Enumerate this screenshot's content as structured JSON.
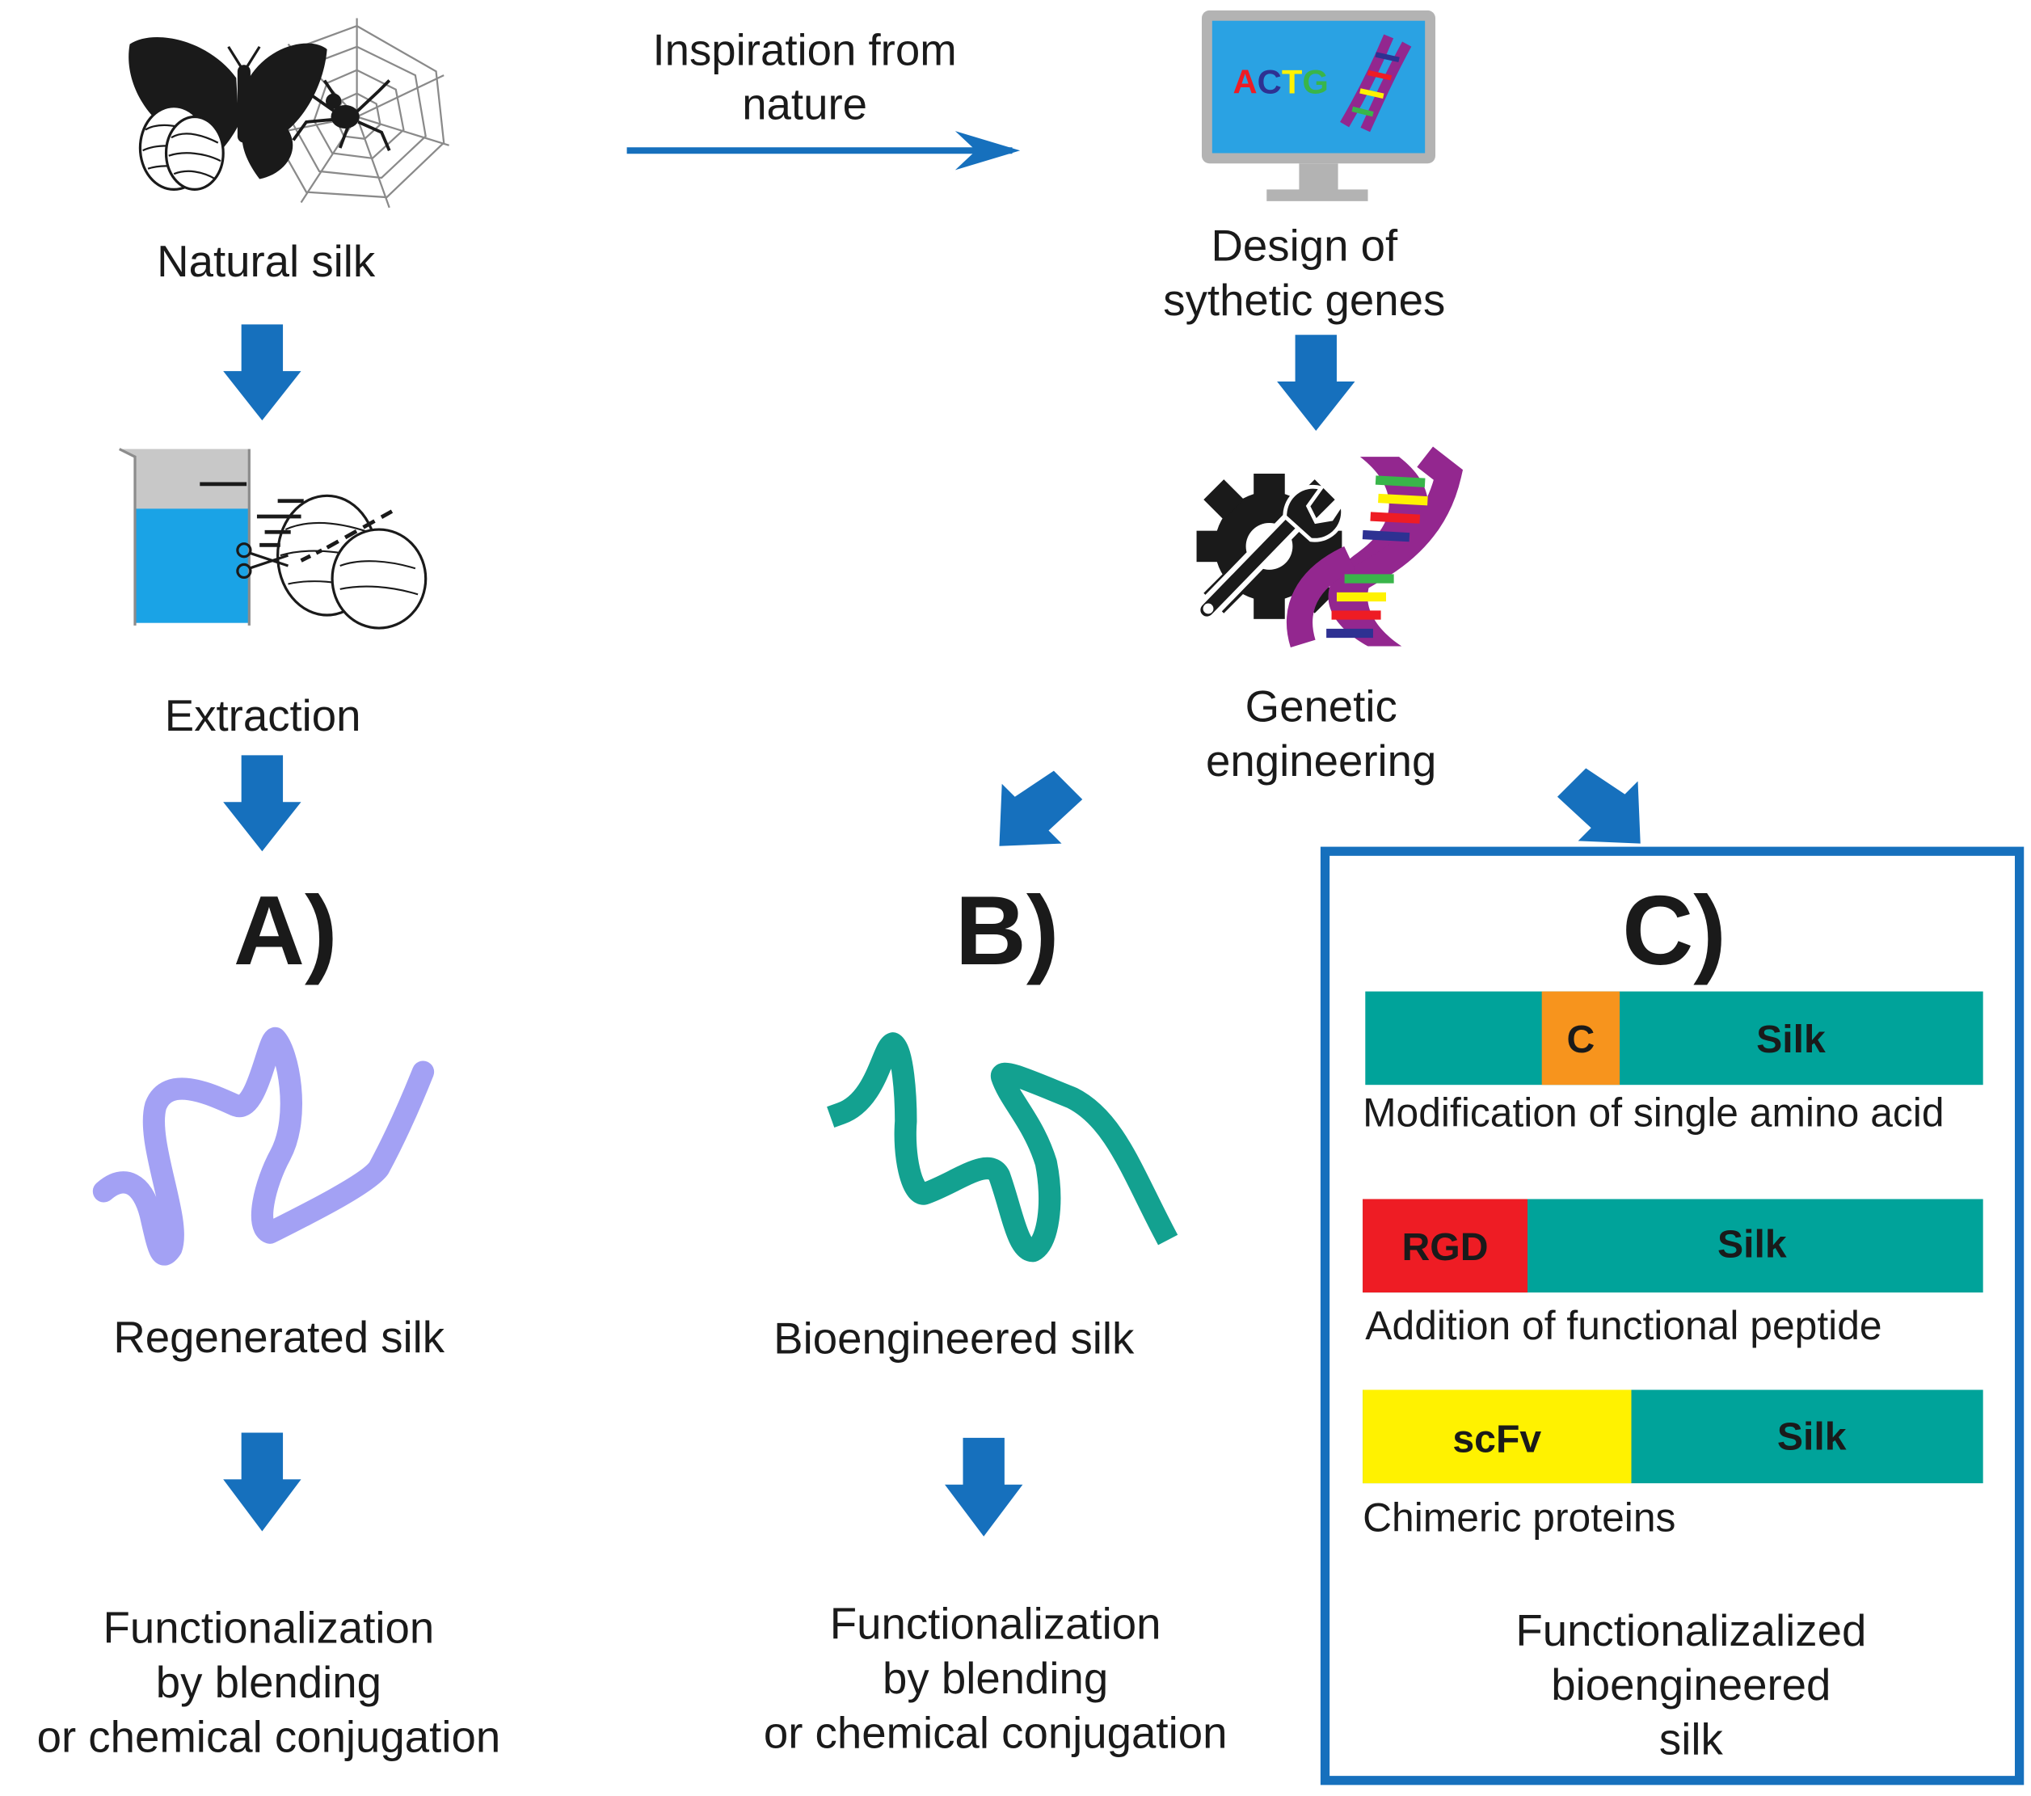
{
  "top": {
    "natural_silk": "Natural silk",
    "inspiration": [
      "Inspiration from",
      "nature"
    ],
    "design": [
      "Design of",
      "sythetic genes"
    ],
    "monitor_text": {
      "a": "A",
      "c": "C",
      "t": "T",
      "g": "G"
    },
    "extraction": "Extraction",
    "genetic": [
      "Genetic",
      "engineering"
    ]
  },
  "panels": {
    "a": {
      "letter": "A)",
      "silk_label": "Regenerated silk",
      "result": [
        "Functionalization",
        "by blending",
        "or chemical conjugation"
      ]
    },
    "b": {
      "letter": "B)",
      "silk_label": "Bioengineered silk",
      "result": [
        "Functionalization",
        "by blending",
        "or chemical conjugation"
      ]
    },
    "c": {
      "letter": "C)",
      "rows": [
        {
          "tag": "C",
          "silk": "Silk",
          "caption": "Modification of single amino acid"
        },
        {
          "tag": "RGD",
          "silk": "Silk",
          "caption": "Addition of functional peptide"
        },
        {
          "tag": "scFv",
          "silk": "Silk",
          "caption": "Chimeric proteins"
        }
      ],
      "result": [
        "Functionalizalized",
        "bioengineered",
        "silk"
      ]
    }
  },
  "colors": {
    "arrow": "#1670bd",
    "teal": "#00a39a",
    "orange": "#f7941d",
    "red": "#ee1c24",
    "yellow": "#fff200",
    "lavender": "#a3a1f4",
    "strand_b": "#13a190",
    "box": "#1670bd"
  }
}
